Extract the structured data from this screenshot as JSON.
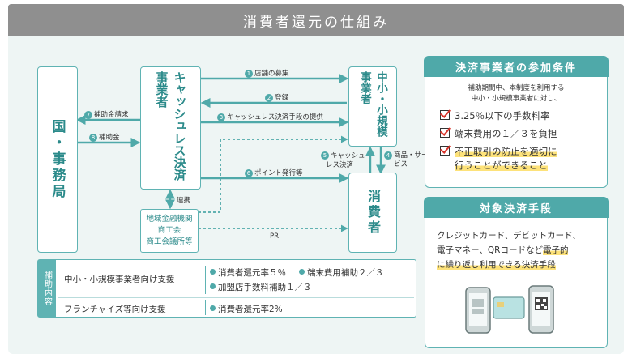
{
  "title": "消費者還元の仕組み",
  "nodes": {
    "government": "国・事務局",
    "cashless": "キャッシュレス決済事業者",
    "sme": "中小・小規模事業者",
    "consumer": "消費者",
    "finance_assoc": [
      "地域金融機関",
      "商工会",
      "商工会議所等"
    ]
  },
  "flows": {
    "f1_num": "1",
    "f1_label": "店舗の募集",
    "f2_num": "2",
    "f2_label": "登録",
    "f3_num": "3",
    "f3_label": "キャッシュレス決済手段の提供",
    "f4_num": "4",
    "f4_label": "商品・サービス",
    "f5_num": "5",
    "f5_label_1": "キャッシュ",
    "f5_label_2": "レス決済",
    "f6_num": "6",
    "f6_label": "ポイント発行等",
    "f7_num": "7",
    "f7_label": "補助金請求",
    "f8_num": "8",
    "f8_label": "補助金",
    "renkei": "連携",
    "pr": "PR"
  },
  "support": {
    "header": "補助内容",
    "row1": {
      "label": "中小・小規模事業者向け支援",
      "items": [
        "消費者還元率５％",
        "端末費用補助２／３",
        "加盟店手数料補助１／３"
      ]
    },
    "row2": {
      "label": "フランチャイズ等向け支援",
      "items": [
        "消費者還元率2%"
      ]
    }
  },
  "conditions": {
    "title": "決済事業者の参加条件",
    "intro_1": "補助期間中、本制度を利用する",
    "intro_2": "中小・小規模事業者に対し、",
    "items": [
      "3.25％以下の手数料率",
      "端末費用の１／３を負担",
      "不正取引の防止を適切に",
      "行うことができること"
    ]
  },
  "payment": {
    "title": "対象決済手段",
    "line_1": "クレジットカード、デビットカード、",
    "line_2a": "電子マネー、QRコードなど",
    "line_2b": "電子的",
    "line_3": "に繰り返し利用できる決済手段"
  },
  "colors": {
    "teal": "#4fa9a9",
    "teal_dark": "#2b8a8a",
    "title_bg": "#8f8f8f",
    "panel_bg": "#eef5f4",
    "check_red": "#d9342b",
    "highlight": "#fde27a"
  }
}
